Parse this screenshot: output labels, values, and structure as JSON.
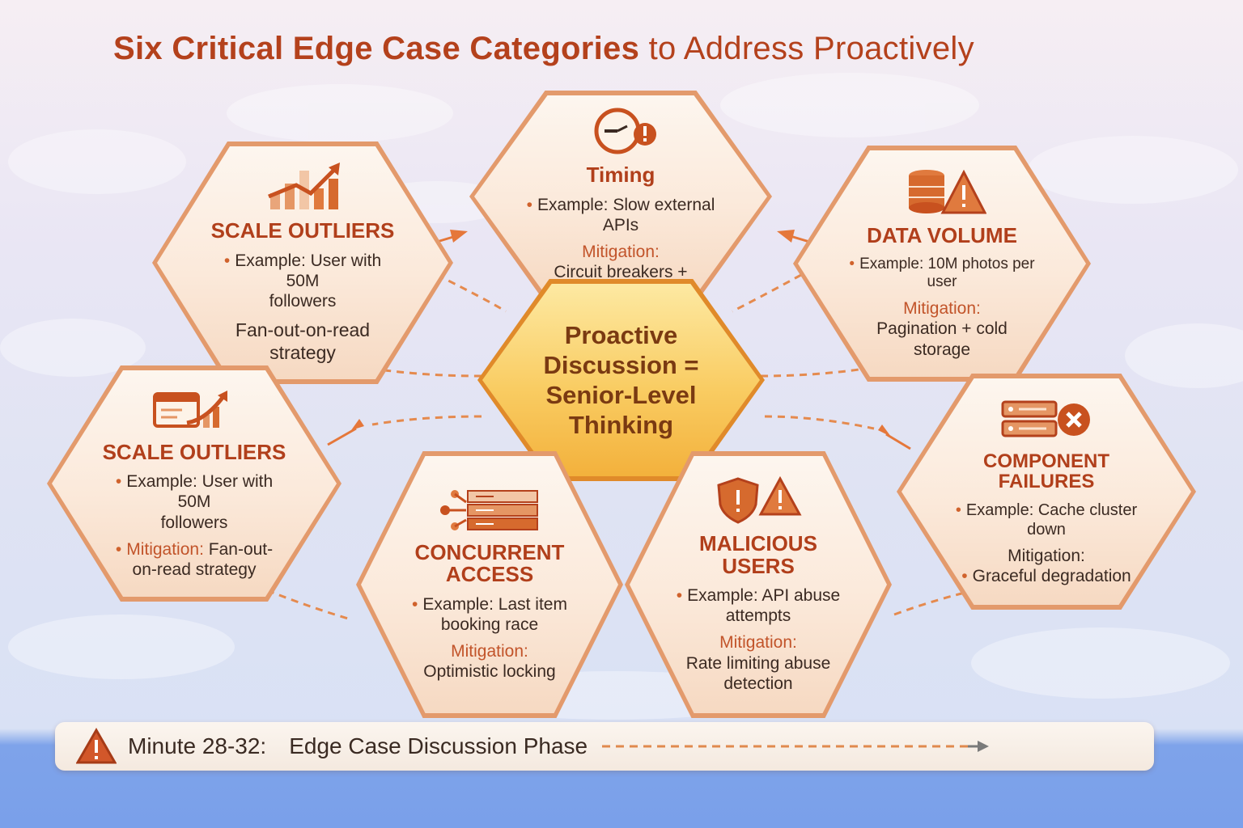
{
  "title": {
    "part1": "Six Critical Edge Case Categories",
    "part2": "to Address Proactively"
  },
  "center": {
    "lines": [
      "Proactive",
      "Discussion =",
      "Senior-Level",
      "Thinking"
    ]
  },
  "cards": {
    "scale_top": {
      "icon": "bar-chart-trend-icon",
      "category": "SCALE OUTLIERS",
      "example_lines": [
        "Example: User with 50M",
        "followers"
      ],
      "mitigation_lines": [
        "Fan-out-on-read",
        "strategy"
      ]
    },
    "timing": {
      "icon": "clock-alert-icon",
      "category": "Timing",
      "example": "Example: Slow external APIs",
      "mitigation_label": "Mitigation:",
      "mitigation": "Circuit breakers + timeouts"
    },
    "data_volume": {
      "icon": "database-warning-icon",
      "category": "DATA VOLUME",
      "example": "Example: 10M photos per user",
      "mitigation_label": "Mitigation:",
      "mitigation": "Pagination + cold storage"
    },
    "scale_left": {
      "icon": "calendar-growth-icon",
      "category": "SCALE OUTLIERS",
      "example_lines": [
        "Example: User with 50M",
        "followers"
      ],
      "mitigation_label": "Mitigation:",
      "mitigation_lines": [
        "Fan-out-",
        "on-read strategy"
      ]
    },
    "component_failures": {
      "icon": "server-error-icon",
      "category": "COMPONENT FAILURES",
      "example": "Example: Cache cluster down",
      "mitigation_label": "Mitigation:",
      "mitigation": "Graceful degradation"
    },
    "concurrent": {
      "icon": "concurrent-storage-icon",
      "category_lines": [
        "CONCURRENT",
        "ACCESS"
      ],
      "example_lines": [
        "Example: Last item",
        "booking race"
      ],
      "mitigation_label": "Mitigation:",
      "mitigation": "Optimistic locking"
    },
    "malicious": {
      "icon": "shield-warning-icon",
      "category_lines": [
        "MALICIOUS",
        "USERS"
      ],
      "example_lines": [
        "Example: API abuse",
        "attempts"
      ],
      "mitigation_label": "Mitigation:",
      "mitigation_lines": [
        "Rate limiting abuse",
        "detection"
      ]
    }
  },
  "banner": {
    "icon": "warning-triangle-icon",
    "minute": "Minute 28-32:",
    "phase": "Edge Case Discussion Phase"
  },
  "colors": {
    "accent": "#b4411c",
    "hex_border": "#e39a6c",
    "center_fill": "#f9cc62",
    "connector": "#e58a4e"
  }
}
